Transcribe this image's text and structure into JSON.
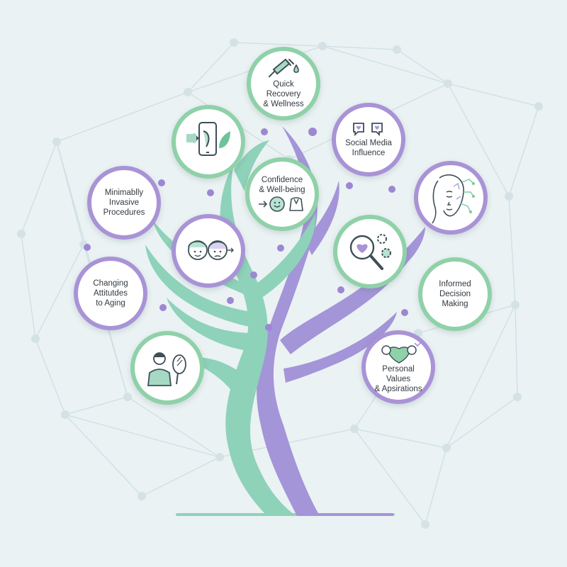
{
  "colors": {
    "background": "#eaf2f3",
    "teal_trunk": "#8ed2b9",
    "purple_trunk": "#a494d8",
    "green_ring": "#8fd1a8",
    "purple_ring": "#a993d6",
    "network_lines": "#cfdfe3",
    "dots": "#9d87d2"
  },
  "nodes": {
    "quick_recovery": {
      "label": "Quick Recovery\n& Wellness",
      "icon": "syringe-icon"
    },
    "digital_transformation": {
      "label": "",
      "icon": "phone-face-leaf-icon"
    },
    "social_media": {
      "label": "Social Media\nInfluence",
      "icon": "speech-heart-icon"
    },
    "minimally_invasive": {
      "label": "Minimablly\nInvasive\nProcedures",
      "icon": ""
    },
    "confidence": {
      "label": "Confidence\n& Well-being",
      "icon": "smile-body-icon"
    },
    "face_analysis": {
      "label": "",
      "icon": "face-analysis-icon"
    },
    "aging_faces": {
      "label": "",
      "icon": "young-old-faces-icon"
    },
    "search_heart": {
      "label": "",
      "icon": "search-heart-gears-icon"
    },
    "changing_attitudes": {
      "label": "Changing\nAttitutdes\nto Aging",
      "icon": ""
    },
    "informed_decision": {
      "label": "Informed\nDecision\nMaking",
      "icon": ""
    },
    "mirror_person": {
      "label": "",
      "icon": "person-mirror-icon"
    },
    "personal_values": {
      "label": "Personal Values\n& Apsirations",
      "icon": "heart-people-icon"
    }
  }
}
